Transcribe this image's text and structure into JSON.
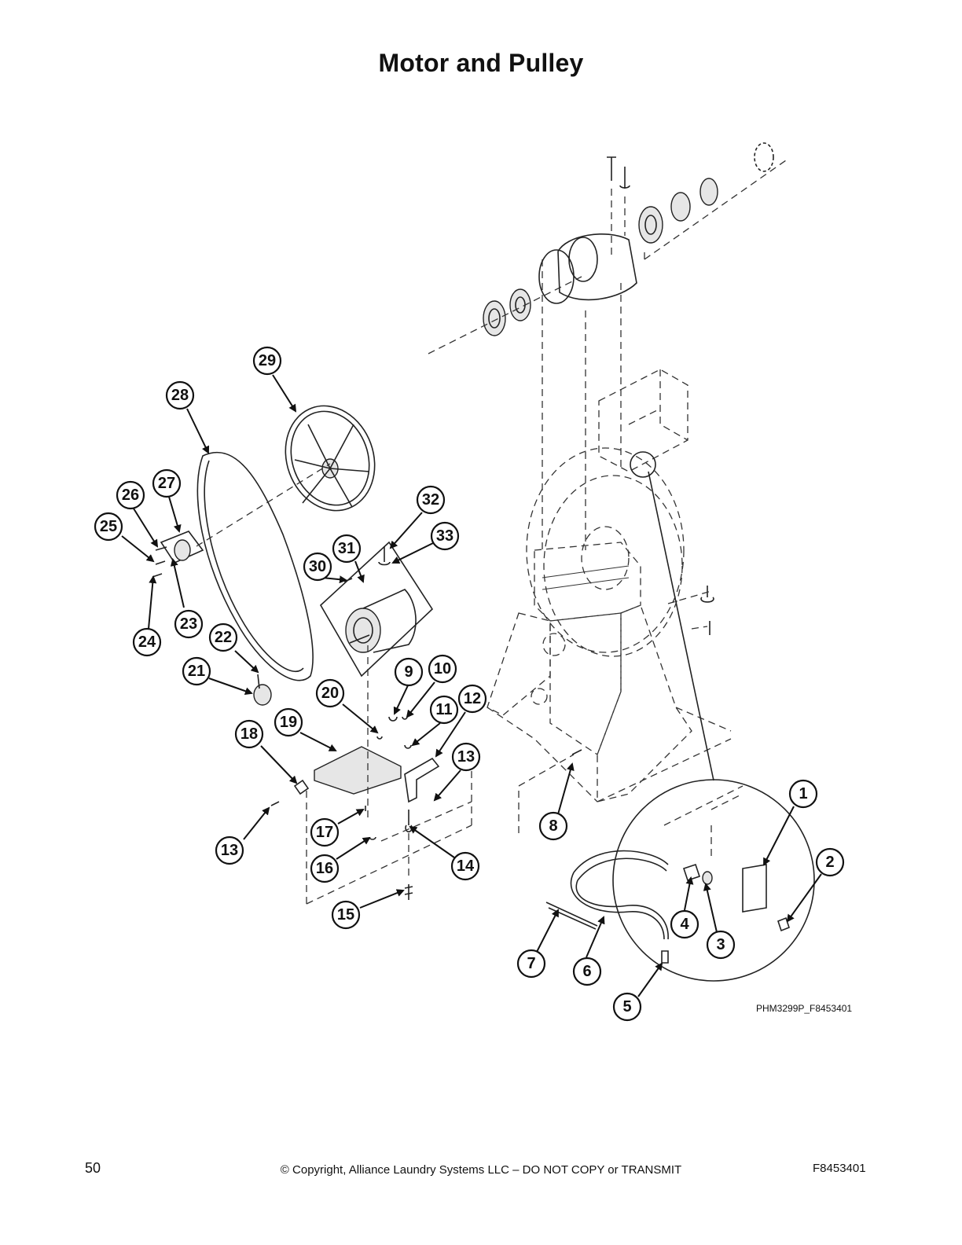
{
  "page": {
    "title": "Motor and Pulley",
    "drawing_id": "PHM3299P_F8453401",
    "page_number": "50",
    "copyright": "© Copyright, Alliance Laundry Systems LLC – DO NOT COPY or TRANSMIT",
    "doc_number": "F8453401"
  },
  "callouts": [
    "1",
    "2",
    "3",
    "4",
    "5",
    "6",
    "7",
    "8",
    "9",
    "10",
    "11",
    "12",
    "13",
    "14",
    "15",
    "16",
    "17",
    "18",
    "19",
    "20",
    "21",
    "22",
    "23",
    "24",
    "25",
    "26",
    "27",
    "28",
    "29",
    "30",
    "31",
    "32",
    "33"
  ]
}
